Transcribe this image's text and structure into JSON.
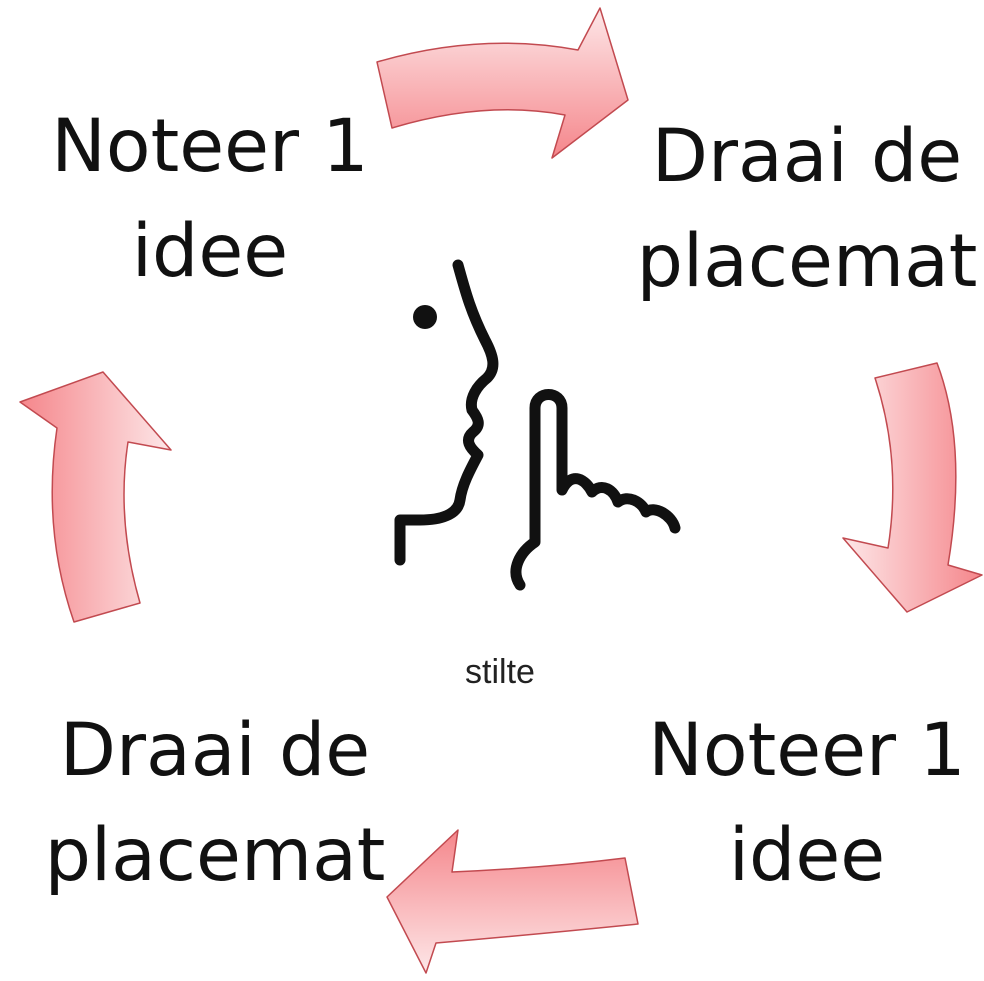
{
  "steps": {
    "top_left": {
      "line1": "Noteer 1",
      "line2": "idee"
    },
    "top_right": {
      "line1": "Draai de",
      "line2": "placemat"
    },
    "bottom_right": {
      "line1": "Noteer 1",
      "line2": "idee"
    },
    "bottom_left": {
      "line1": "Draai de",
      "line2": "placemat"
    }
  },
  "center": {
    "icon": "silence-shush-icon",
    "caption": "stilte"
  },
  "colors": {
    "arrow_fill_light": "#fde7e8",
    "arrow_fill_dark": "#f5868b",
    "arrow_stroke": "#c24a50",
    "text": "#111111",
    "icon": "#111111"
  }
}
